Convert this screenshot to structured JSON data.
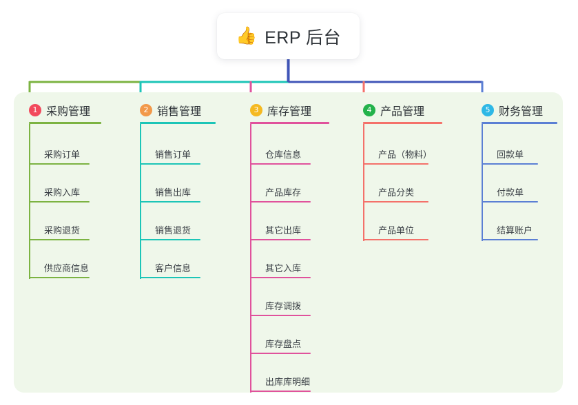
{
  "root": {
    "icon": "thumbs-up-icon",
    "icon_glyph": "👍",
    "title": "ERP 后台"
  },
  "theme": {
    "panel_bg": "#eff7ea",
    "page_bg": "#ffffff",
    "root_stem": "#4055b8",
    "text": "#2e3338",
    "item_text": "#3a3f45"
  },
  "columns": [
    {
      "index": "1",
      "badge_color": "#f2495c",
      "line_color": "#7cb342",
      "label": "采购管理",
      "items": [
        {
          "label": "采购订单"
        },
        {
          "label": "采购入库"
        },
        {
          "label": "采购退货"
        },
        {
          "label": "供应商信息"
        }
      ]
    },
    {
      "index": "2",
      "badge_color": "#f2994a",
      "line_color": "#1cc5b7",
      "label": "销售管理",
      "items": [
        {
          "label": "销售订单"
        },
        {
          "label": "销售出库"
        },
        {
          "label": "销售退货"
        },
        {
          "label": "客户信息"
        }
      ]
    },
    {
      "index": "3",
      "badge_color": "#f5b921",
      "line_color": "#e0529c",
      "label": "库存管理",
      "items": [
        {
          "label": "仓库信息"
        },
        {
          "label": "产品库存"
        },
        {
          "label": "其它出库"
        },
        {
          "label": "其它入库"
        },
        {
          "label": "库存调拨"
        },
        {
          "label": "库存盘点"
        },
        {
          "label": "出库库明细"
        }
      ]
    },
    {
      "index": "4",
      "badge_color": "#23b24b",
      "line_color": "#f4716a",
      "label": "产品管理",
      "items": [
        {
          "label": "产品（物料）"
        },
        {
          "label": "产品分类"
        },
        {
          "label": "产品单位"
        }
      ]
    },
    {
      "index": "5",
      "badge_color": "#2eb8e6",
      "line_color": "#5b7fd4",
      "label": "财务管理",
      "items": [
        {
          "label": "回款单"
        },
        {
          "label": "付款单"
        },
        {
          "label": "结算账户"
        }
      ]
    }
  ]
}
